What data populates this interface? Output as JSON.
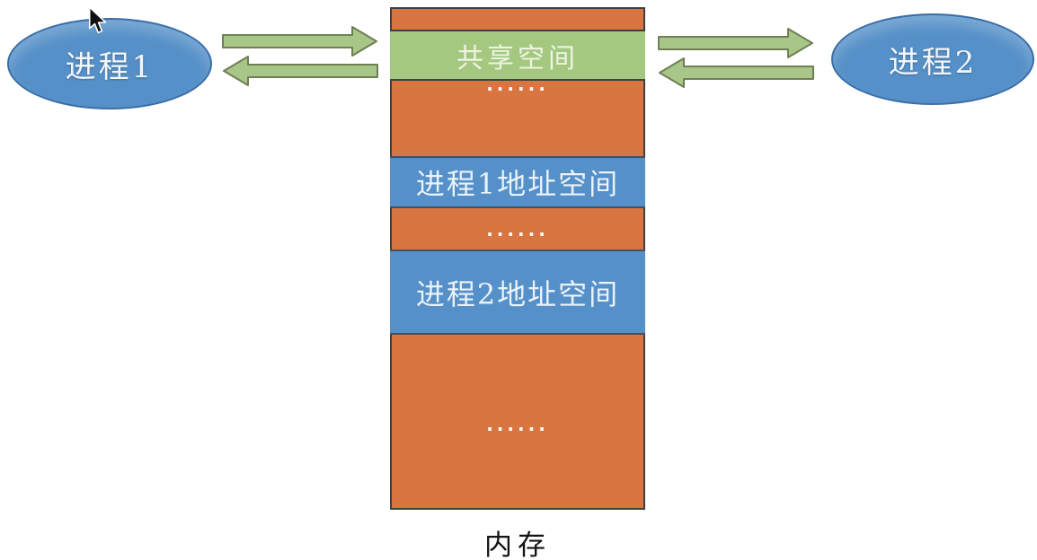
{
  "diagram": {
    "title_context": "shared-memory inter-process communication",
    "process1": {
      "label": "进程1"
    },
    "process2": {
      "label": "进程2"
    },
    "memory": {
      "label": "内存",
      "shared_space_label": "共享空间",
      "process1_space_label": "进程1地址空间",
      "process2_space_label": "进程2地址空间",
      "ellipsis": "......"
    },
    "icons": {
      "cursor": "mouse-pointer-arrow"
    },
    "colors": {
      "bg": "#ffffff",
      "orange": "#D97540",
      "blue": "#5590C8",
      "green": "#A4C880",
      "arrow_green": "#A8C687",
      "arrow_border": "#6E7F55",
      "ellipse_border": "#3A6EA8",
      "rect_border": "#3f3f3f",
      "band_border": "#435060",
      "memory_label_color": "#141414"
    }
  }
}
